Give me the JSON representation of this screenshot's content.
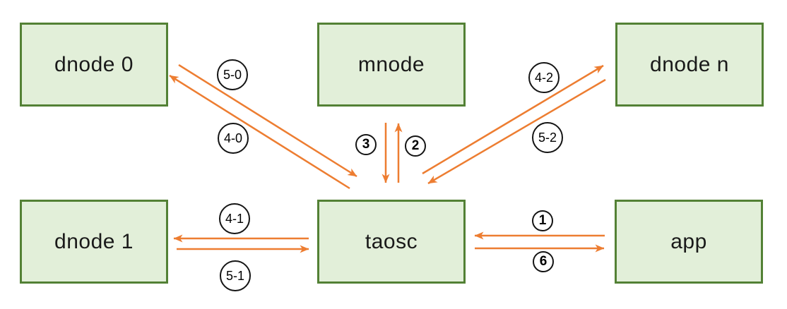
{
  "diagram": {
    "nodes": [
      {
        "id": "dnode0",
        "label": "dnode 0"
      },
      {
        "id": "mnode",
        "label": "mnode"
      },
      {
        "id": "dnoden",
        "label": "dnode n"
      },
      {
        "id": "dnode1",
        "label": "dnode 1"
      },
      {
        "id": "taosc",
        "label": "taosc"
      },
      {
        "id": "app",
        "label": "app"
      }
    ],
    "edges": [
      {
        "label": "5-0",
        "from": "dnode 0",
        "to": "taosc"
      },
      {
        "label": "4-0",
        "from": "taosc",
        "to": "dnode 0"
      },
      {
        "label": "3",
        "from": "mnode",
        "to": "taosc"
      },
      {
        "label": "2",
        "from": "taosc",
        "to": "mnode"
      },
      {
        "label": "4-2",
        "from": "taosc",
        "to": "dnode n"
      },
      {
        "label": "5-2",
        "from": "dnode n",
        "to": "taosc"
      },
      {
        "label": "4-1",
        "from": "taosc",
        "to": "dnode 1"
      },
      {
        "label": "5-1",
        "from": "dnode 1",
        "to": "taosc"
      },
      {
        "label": "1",
        "from": "app",
        "to": "taosc"
      },
      {
        "label": "6",
        "from": "taosc",
        "to": "app"
      }
    ],
    "colors": {
      "node_fill": "#e2efd9",
      "node_border": "#538135",
      "arrow": "#ed7d31",
      "label_circle_border": "#141414",
      "text": "#1a1a1a",
      "background": "#ffffff"
    }
  }
}
